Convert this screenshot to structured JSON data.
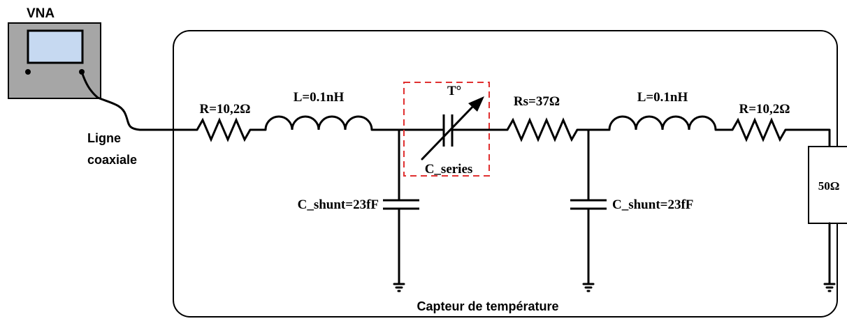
{
  "vna": {
    "title": "VNA"
  },
  "cable": {
    "label_line1": "Ligne",
    "label_line2": "coaxiale"
  },
  "sensor": {
    "title": "Capteur de température"
  },
  "components": {
    "r1": "R=10,2Ω",
    "l1": "L=0.1nH",
    "c_shunt1": "C_shunt=23fF",
    "temp": "T°",
    "c_series": "C_series",
    "rs": "Rs=37Ω",
    "l2": "L=0.1nH",
    "c_shunt2": "C_shunt=23fF",
    "r2": "R=10,2Ω",
    "load": "50Ω"
  },
  "colors": {
    "vna_body": "#a6a6a6",
    "vna_screen": "#c6d9f1",
    "highlight_box": "#e03030",
    "wire": "#000000"
  }
}
